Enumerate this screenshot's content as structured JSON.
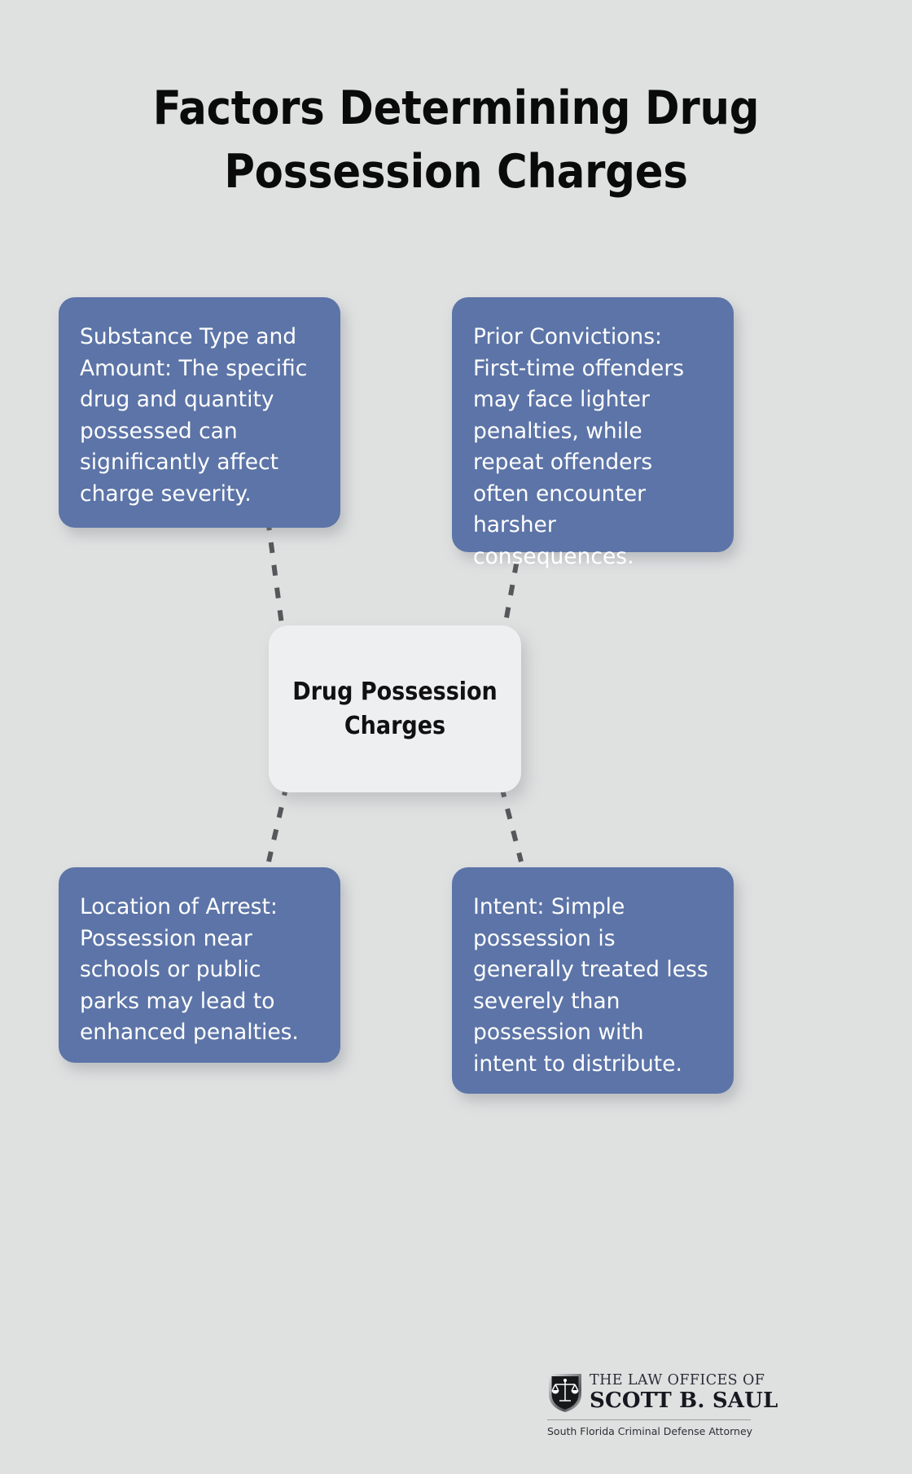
{
  "page": {
    "background_color": "#dfe1e1",
    "title": "Factors Determining Drug Possession Charges"
  },
  "theme": {
    "leaf_fill": "#5c74a7",
    "leaf_text": "#ffffff",
    "center_fill": "#eeeff1",
    "center_text": "#111111",
    "connector_color": "#55585a",
    "title_text": "#0a0a0a"
  },
  "diagram": {
    "type": "mind-map",
    "center": {
      "label": "Drug Possession Charges"
    },
    "nodes": [
      {
        "id": "substance-type-and-amount",
        "position": "top-left",
        "text": "Substance Type and Amount: The specific drug and quantity possessed can significantly affect charge severity."
      },
      {
        "id": "prior-convictions",
        "position": "top-right",
        "text": "Prior Convictions: First-time offenders may face lighter penalties, while repeat offenders often encounter harsher consequences."
      },
      {
        "id": "location-of-arrest",
        "position": "bottom-left",
        "text": "Location of Arrest: Possession near schools or public parks may lead to enhanced penalties."
      },
      {
        "id": "intent",
        "position": "bottom-right",
        "text": "Intent: Simple possession is generally treated less severely than possession with intent to distribute."
      }
    ],
    "connectors": [
      {
        "from": "center",
        "to": "substance-type-and-amount",
        "style": "dashed"
      },
      {
        "from": "center",
        "to": "prior-convictions",
        "style": "dashed"
      },
      {
        "from": "center",
        "to": "location-of-arrest",
        "style": "dashed"
      },
      {
        "from": "center",
        "to": "intent",
        "style": "dashed"
      }
    ]
  },
  "logo": {
    "icon": "scales-of-justice-shield-icon",
    "line1": "THE LAW OFFICES OF",
    "line2": "SCOTT B. SAUL",
    "tagline": "South Florida Criminal Defense Attorney"
  }
}
